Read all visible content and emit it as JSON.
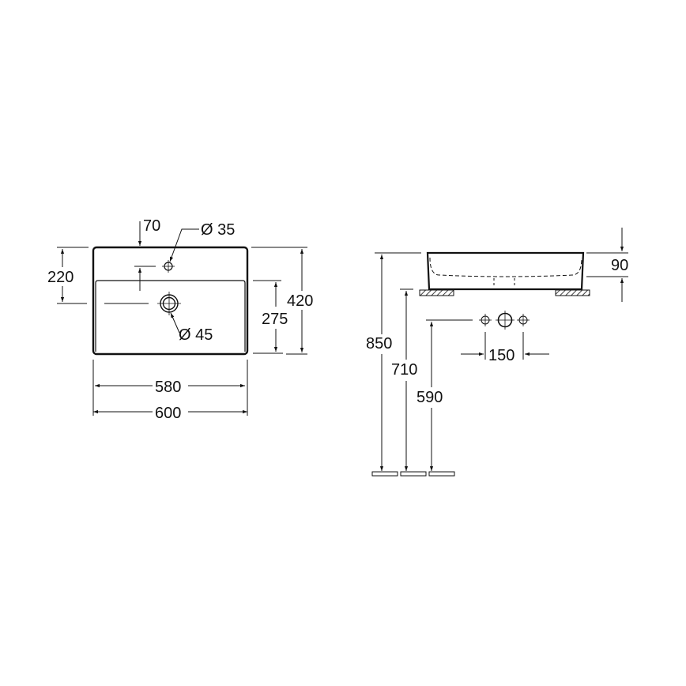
{
  "drawing": {
    "title": "Washbasin dimension drawing",
    "units": "mm",
    "colors": {
      "line": "#111111",
      "background": "#ffffff"
    }
  },
  "top_view": {
    "labels": {
      "tap_hole_offset": "70",
      "tap_hole_diameter": "Ø 35",
      "waste_diameter": "Ø 45",
      "depth_to_waste": "220",
      "bowl_depth": "275",
      "overall_depth": "420",
      "inner_width": "580",
      "overall_width": "600"
    }
  },
  "side_view": {
    "labels": {
      "basin_height": "90",
      "rim_height": "850",
      "counter_height": "710",
      "supply_height": "590",
      "supply_spacing": "150"
    }
  }
}
